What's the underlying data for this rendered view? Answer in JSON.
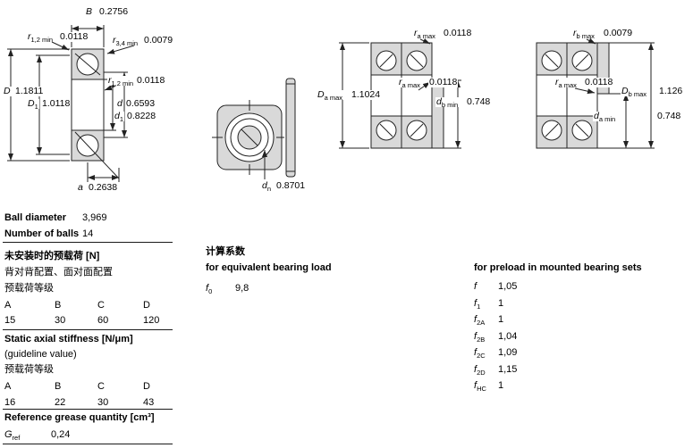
{
  "drawings": {
    "d1": {
      "B": {
        "sym": "B",
        "sub": "",
        "val": "0.2756"
      },
      "r12_top": {
        "sym": "r",
        "sub": "1,2 min",
        "val": "0.0118"
      },
      "r34": {
        "sym": "r",
        "sub": "3,4 min",
        "val": "0.0079"
      },
      "D": {
        "sym": "D",
        "sub": "",
        "val": "1.1811"
      },
      "D1": {
        "sym": "D",
        "sub": "1",
        "val": "1.0118"
      },
      "r12_mid": {
        "sym": "r",
        "sub": "1,2 min",
        "val": "0.0118"
      },
      "d": {
        "sym": "d",
        "sub": "",
        "val": "0.6593"
      },
      "d1": {
        "sym": "d",
        "sub": "1",
        "val": "0.8228"
      },
      "a": {
        "sym": "a",
        "sub": "",
        "val": "0.2638"
      }
    },
    "d2": {
      "dn": {
        "sym": "d",
        "sub": "n",
        "val": "0.8701"
      }
    },
    "d3": {
      "ra_top": {
        "sym": "r",
        "sub": "a max",
        "val": "0.0118"
      },
      "Da": {
        "sym": "D",
        "sub": "a max",
        "val": "1.1024"
      },
      "ra_mid": {
        "sym": "r",
        "sub": "a max",
        "val": "0.0118"
      },
      "db": {
        "sym": "d",
        "sub": "b min",
        "val": "0.748"
      }
    },
    "d4": {
      "rb_top": {
        "sym": "r",
        "sub": "b max",
        "val": "0.0079"
      },
      "ra_mid": {
        "sym": "r",
        "sub": "a max",
        "val": "0.0118"
      },
      "Db": {
        "sym": "D",
        "sub": "b max",
        "val": "1.126"
      },
      "da": {
        "sym": "d",
        "sub": "a min",
        "val": "0.748"
      }
    }
  },
  "specs": {
    "ball_diameter_label": "Ball diameter",
    "ball_diameter_value": "3,969",
    "number_of_balls_label": "Number of balls",
    "number_of_balls_value": "14",
    "preload_section_title": "未安装时的预载荷 [N]",
    "preload_config": "背对背配置、面对面配置",
    "preload_class_label": "预载荷等级",
    "preload_table": {
      "headers": [
        "A",
        "B",
        "C",
        "D"
      ],
      "values": [
        "15",
        "30",
        "60",
        "120"
      ]
    },
    "stiffness_title": "Static axial stiffness [N/μm]",
    "stiffness_note": "(guideline value)",
    "stiffness_class_label": "预载荷等级",
    "stiffness_table": {
      "headers": [
        "A",
        "B",
        "C",
        "D"
      ],
      "values": [
        "16",
        "22",
        "30",
        "43"
      ]
    },
    "grease_title": "Reference grease quantity [cm³]",
    "grease": {
      "sym": "G",
      "sub": "ref",
      "val": "0,24"
    }
  },
  "factors": {
    "title": "计算系数",
    "equivalent_load_title": "for equivalent bearing load",
    "f0": {
      "sym": "f",
      "sub": "0",
      "val": "9,8"
    },
    "preload_sets_title": "for preload in mounted bearing sets",
    "rows": [
      {
        "sym": "f",
        "sub": "",
        "val": "1,05"
      },
      {
        "sym": "f",
        "sub": "1",
        "val": "1"
      },
      {
        "sym": "f",
        "sub": "2A",
        "val": "1"
      },
      {
        "sym": "f",
        "sub": "2B",
        "val": "1,04"
      },
      {
        "sym": "f",
        "sub": "2C",
        "val": "1,09"
      },
      {
        "sym": "f",
        "sub": "2D",
        "val": "1,15"
      },
      {
        "sym": "f",
        "sub": "HC",
        "val": "1"
      }
    ]
  }
}
